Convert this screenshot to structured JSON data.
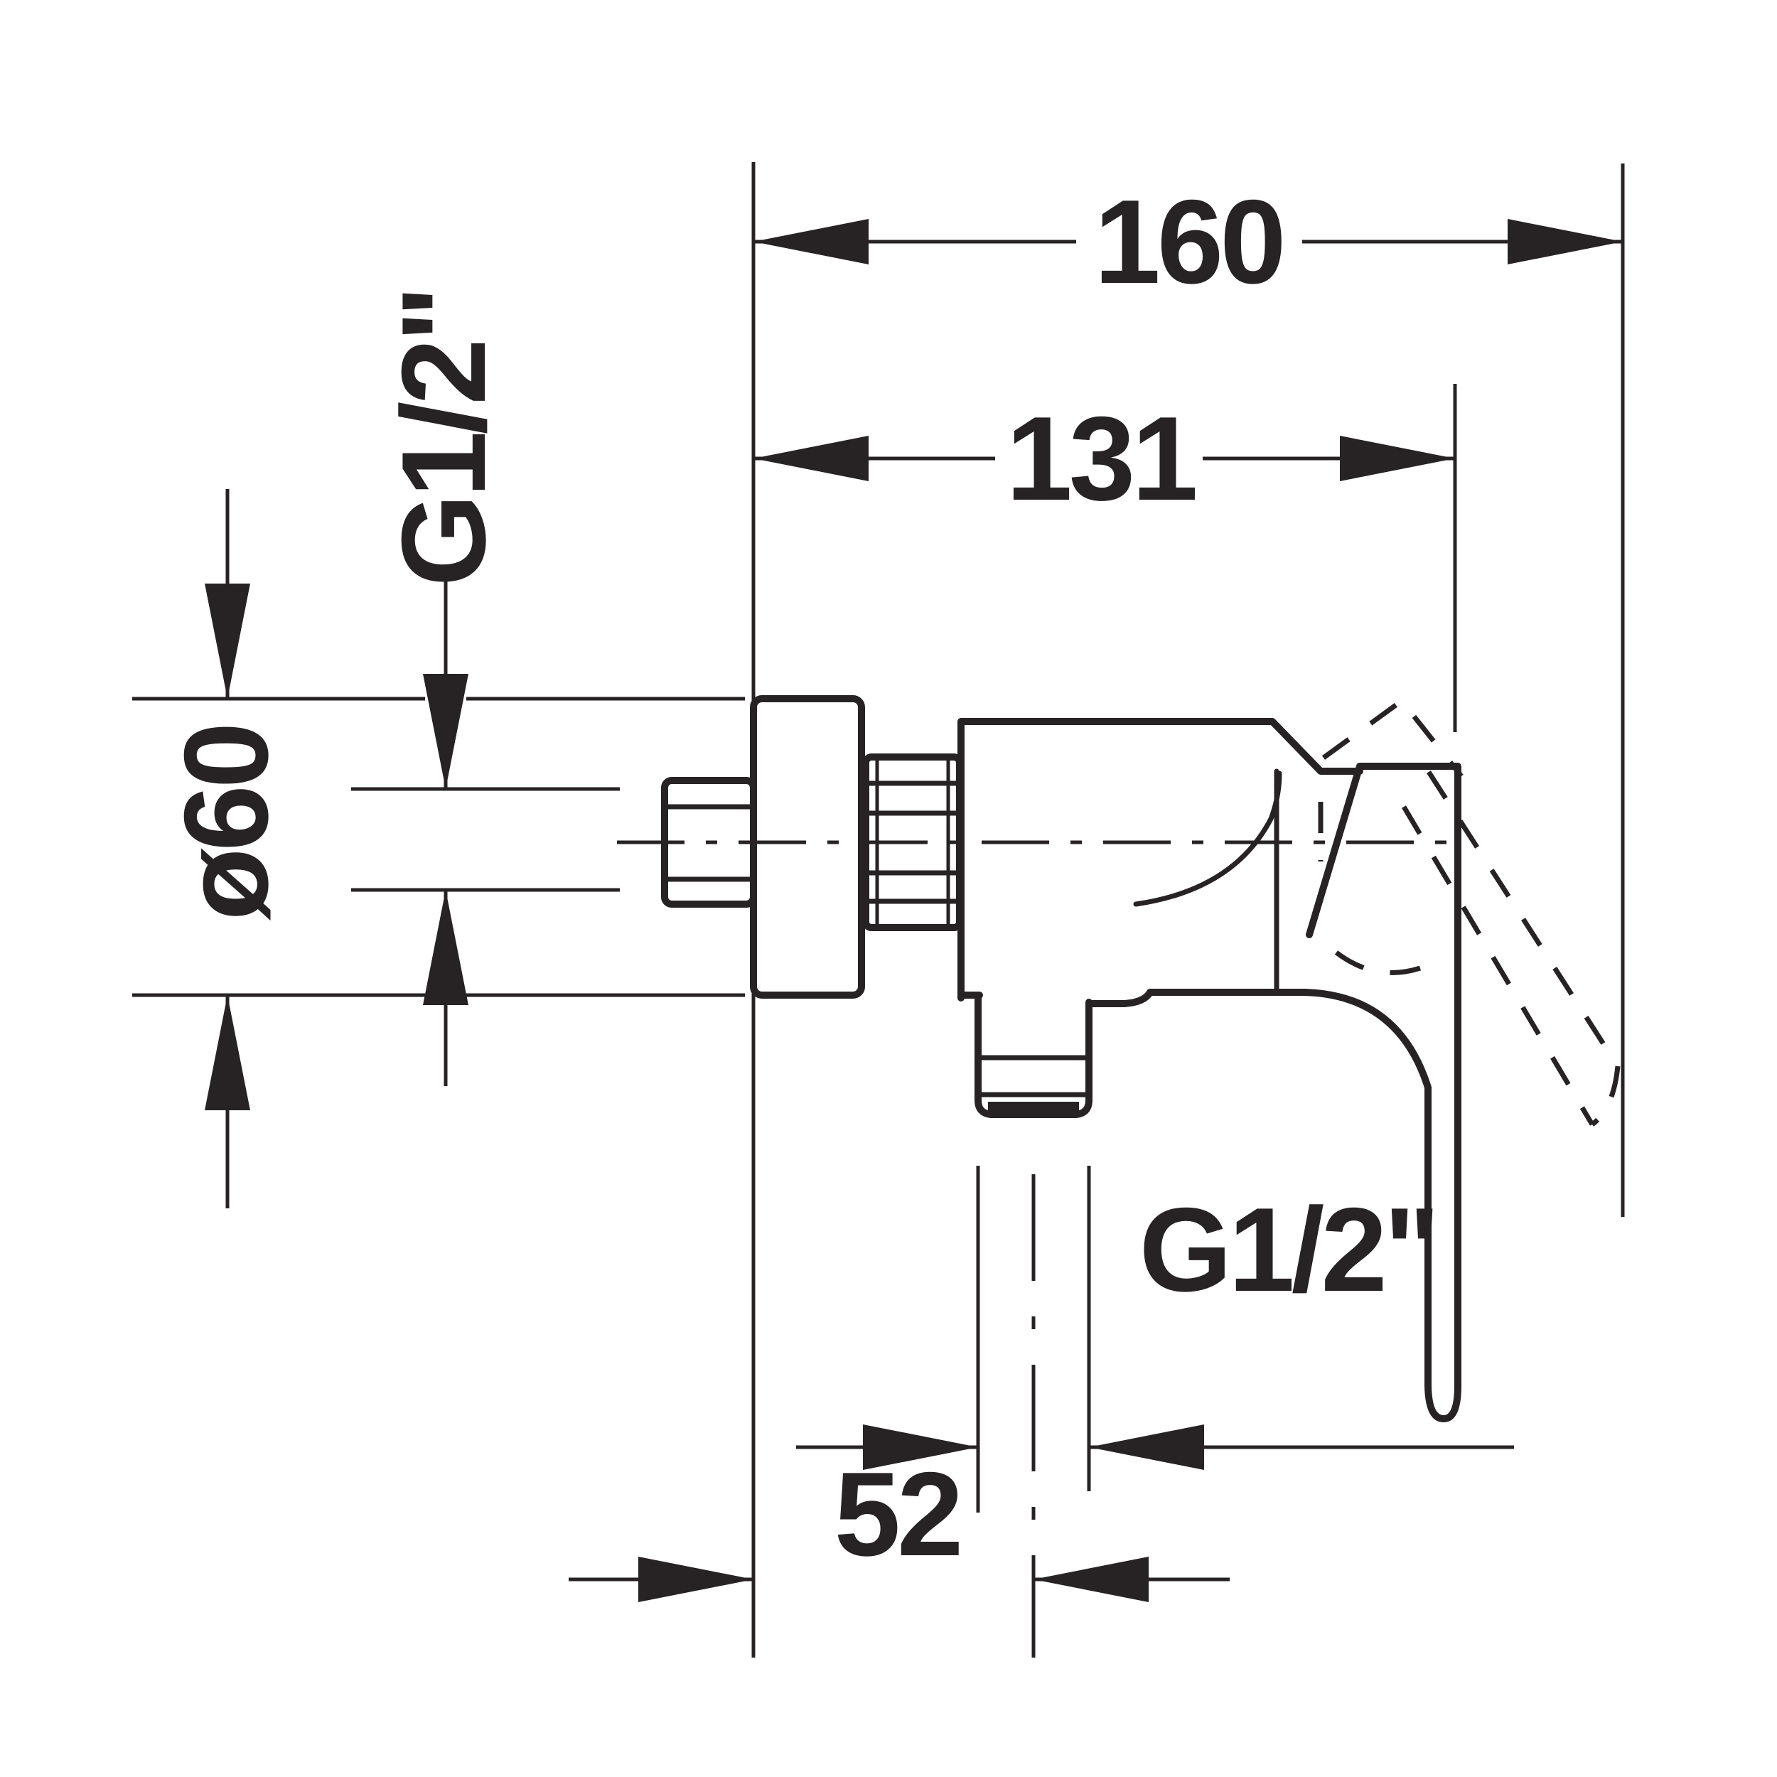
{
  "drawing": {
    "background": "#ffffff",
    "line_color": "#272324",
    "labels": {
      "total_projection": "160",
      "body_projection": "131",
      "inlet_thread": "G1/2\"",
      "escutcheon_diameter": "ø60",
      "outlet_thread": "G1/2\"",
      "outlet_offset": "52"
    }
  }
}
